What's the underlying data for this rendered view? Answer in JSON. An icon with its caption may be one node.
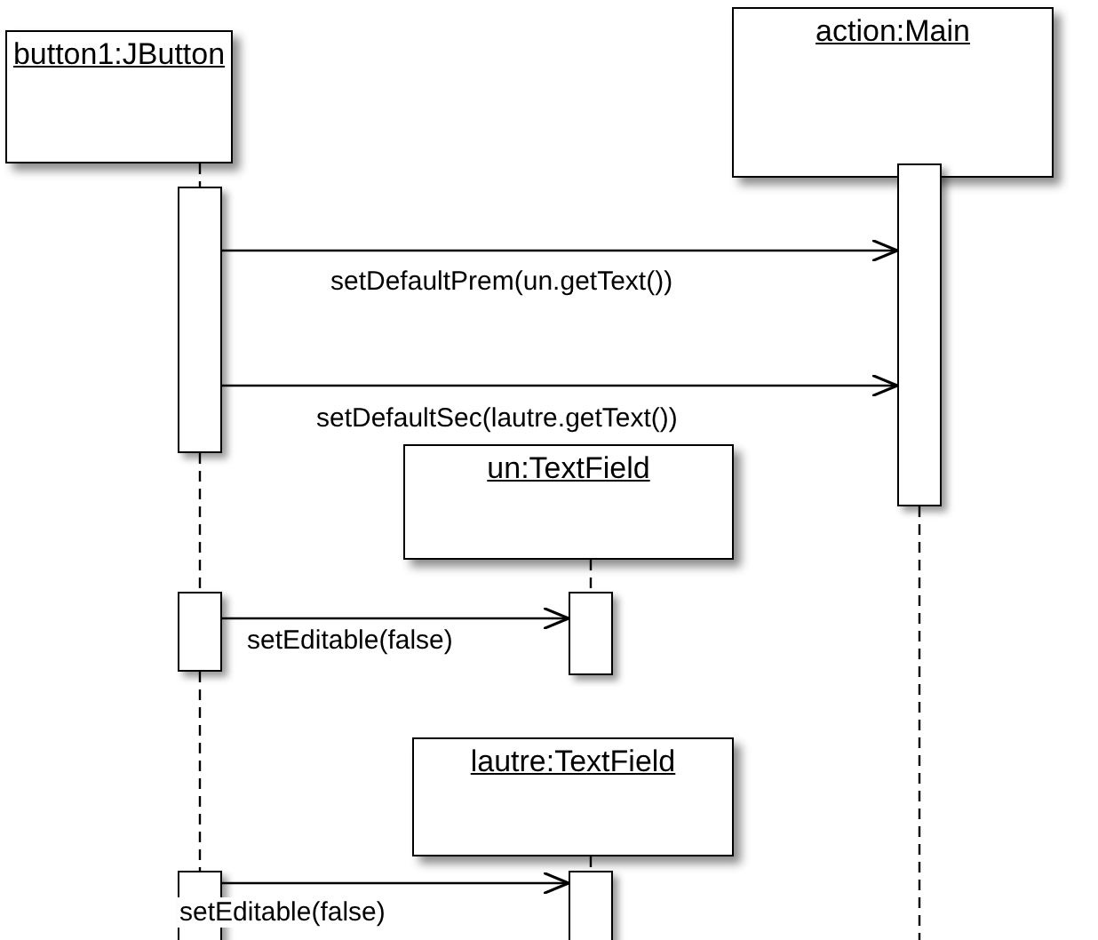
{
  "diagram": {
    "nodes": [
      {
        "text": [
          "button1:JButton"
        ]
      },
      {
        "text": [
          "action:Main"
        ]
      },
      {
        "text": [],
        "shape": "bar"
      },
      {
        "text": [],
        "shape": "bar"
      },
      {
        "text": [
          "un:TextField"
        ]
      },
      {
        "text": [],
        "shape": "bar"
      },
      {
        "text": [],
        "shape": "bar"
      },
      {
        "text": [
          "lautre:TextField"
        ]
      },
      {
        "text": [],
        "shape": "bar"
      },
      {
        "text": [],
        "shape": "bar"
      }
    ],
    "edges": [
      {
        "from": 3,
        "to": 2,
        "arrow": "to",
        "label": "setDefaultPrem(un.getText())"
      },
      {
        "from": 3,
        "to": 2,
        "arrow": "to",
        "label": "setDefaultSec(lautre.getText())"
      },
      {
        "from": 5,
        "to": 6,
        "arrow": "to",
        "label": "setEditable(false)"
      },
      {
        "from": 8,
        "to": 9,
        "arrow": "to",
        "label": "setEditable(false)"
      },
      {
        "from": 0,
        "to": 3,
        "arrow": "none",
        "style": "dashed"
      },
      {
        "from": 3,
        "to": 5,
        "arrow": "none",
        "style": "dashed"
      },
      {
        "from": 5,
        "to": 8,
        "arrow": "none",
        "style": "dashed"
      },
      {
        "from": 2,
        "to": null,
        "arrow": "none",
        "style": "dashed"
      },
      {
        "from": 4,
        "to": 6,
        "arrow": "none",
        "style": "dashed"
      },
      {
        "from": 7,
        "to": 9,
        "arrow": "none",
        "style": "dashed"
      }
    ]
  }
}
